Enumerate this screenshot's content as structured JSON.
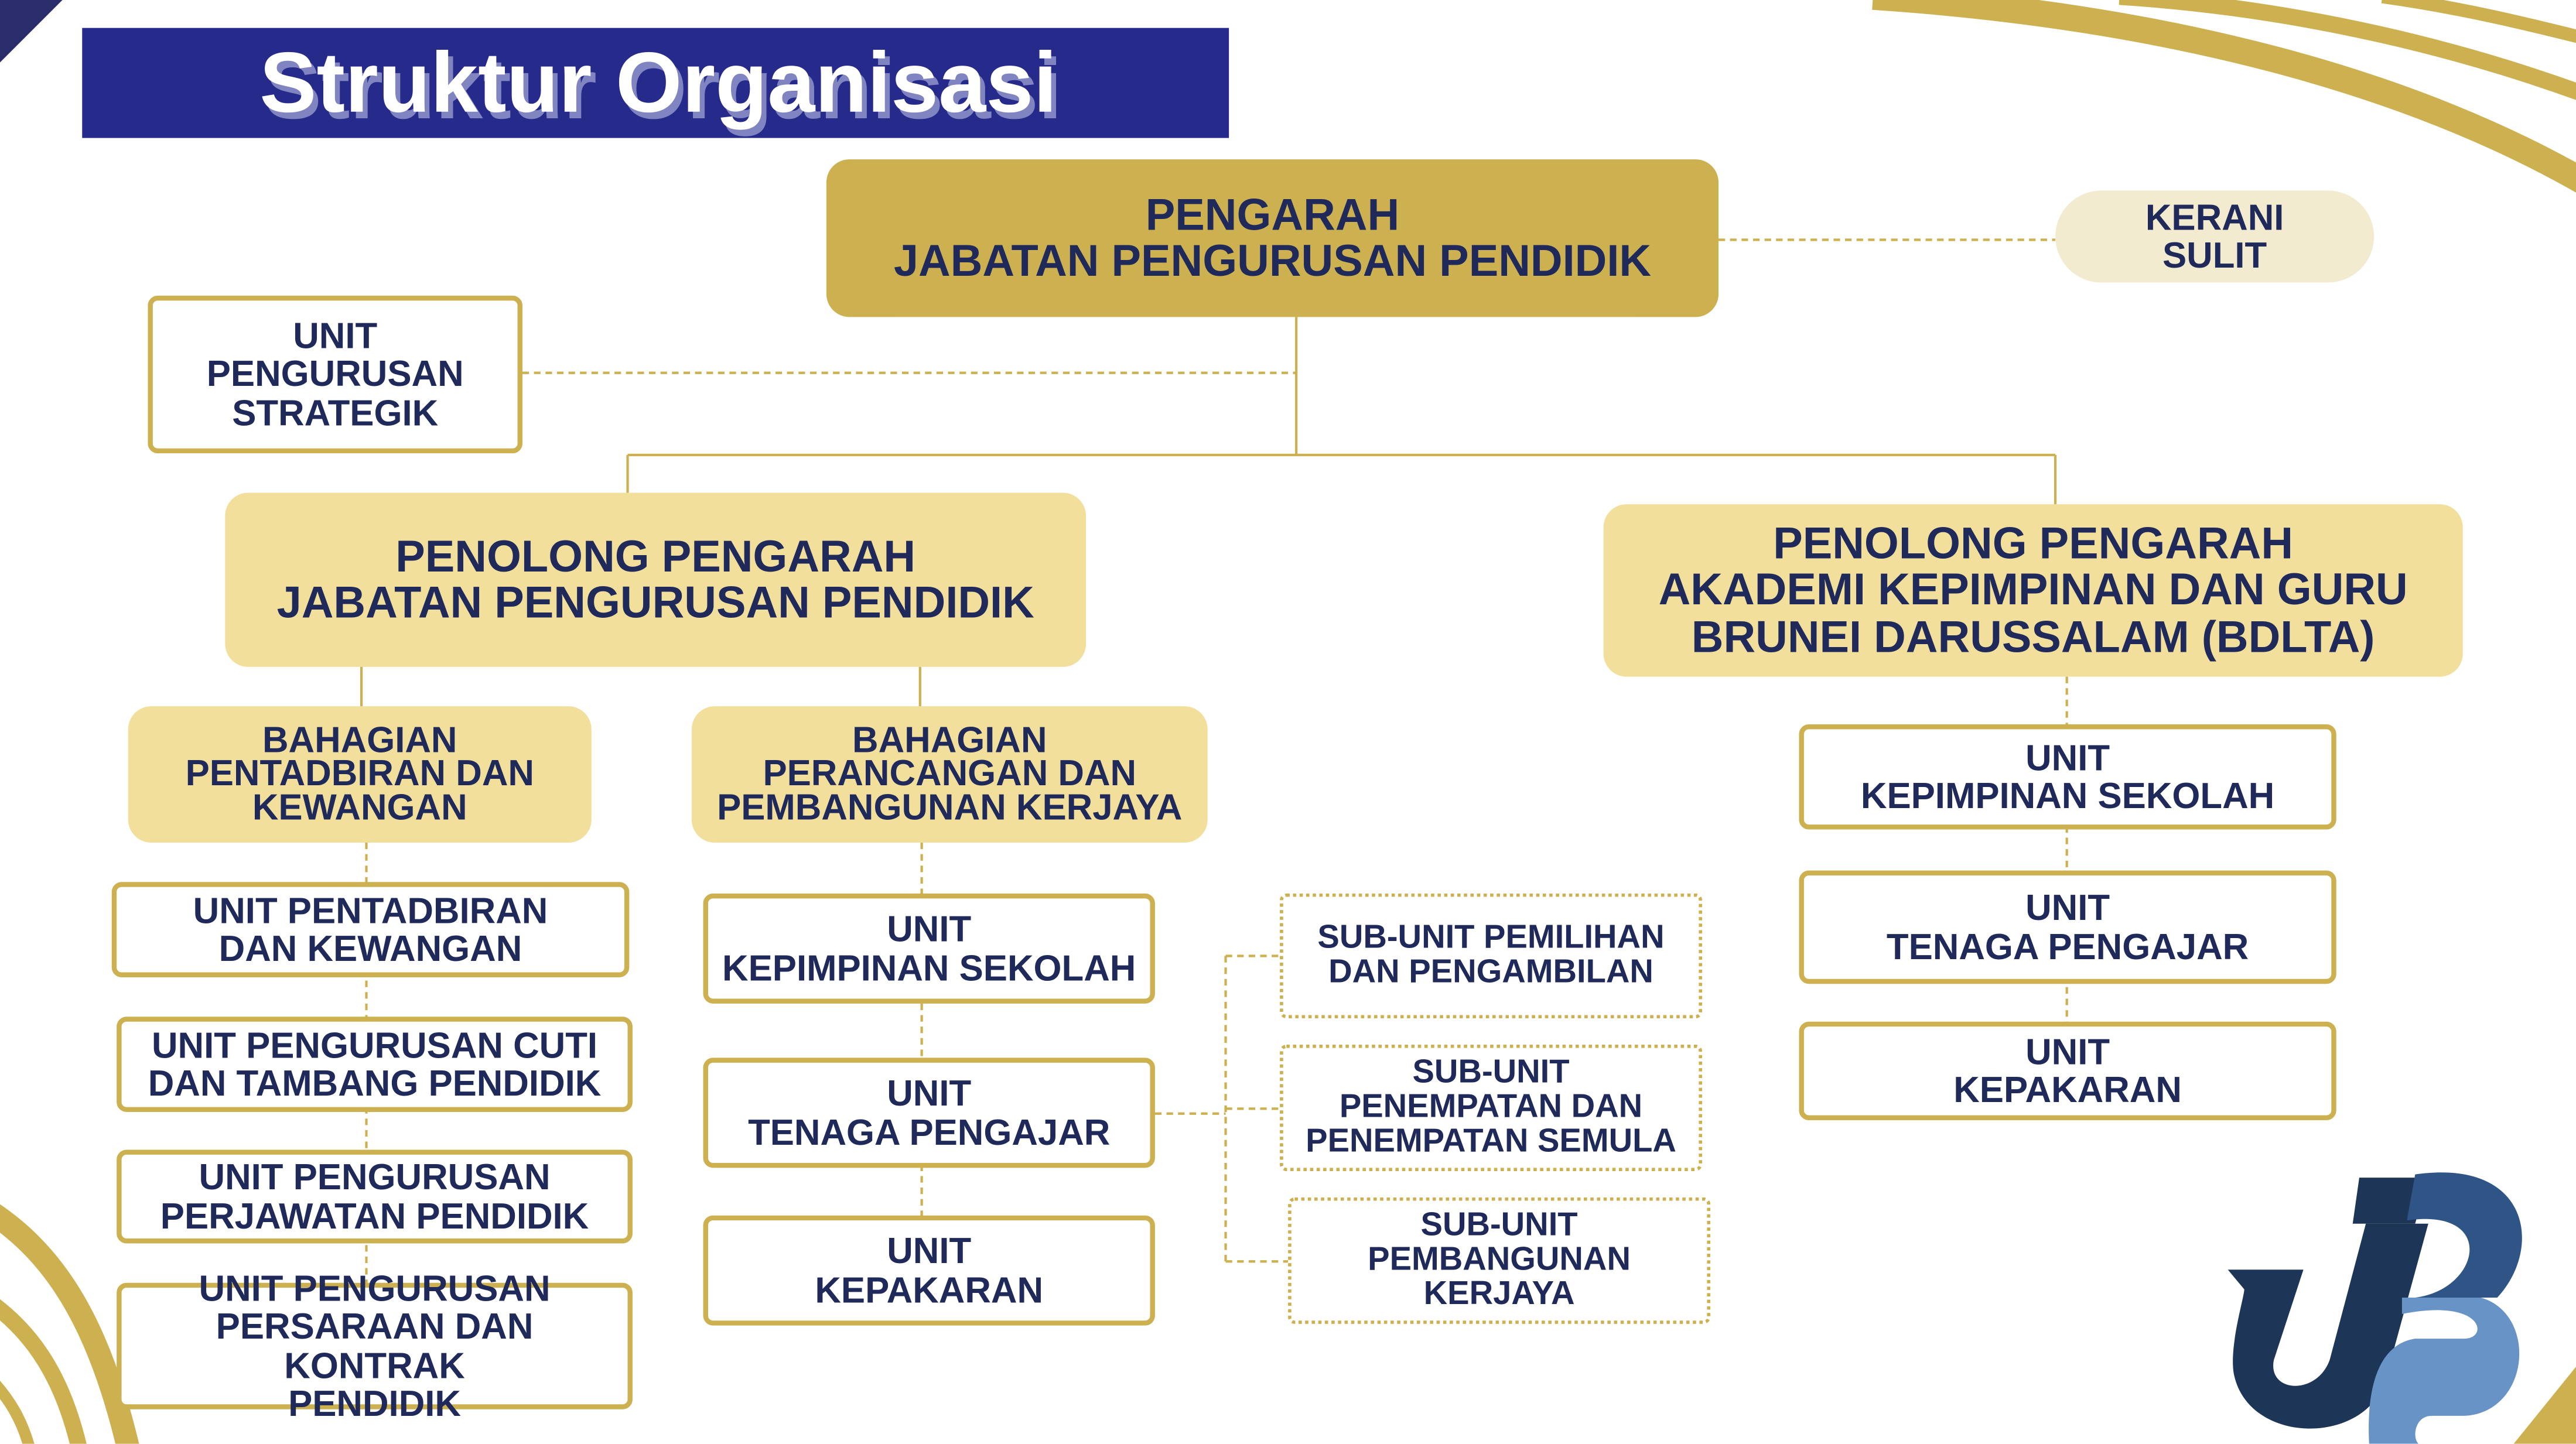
{
  "title": "Struktur Organisasi",
  "colors": {
    "title_bg": "#262a8a",
    "gold": "#cdb04f",
    "light_gold": "#f2df9c",
    "text": "#1f2a5a",
    "kerani_bg": "#f3ebcf"
  },
  "director": "PENGARAH\nJABATAN PENGURUSAN PENDIDIK",
  "kerani": "KERANI\nSULIT",
  "strategic_unit": "UNIT\nPENGURUSAN\nSTRATEGIK",
  "deputy_left": "PENOLONG PENGARAH\nJABATAN PENGURUSAN PENDIDIK",
  "deputy_right": "PENOLONG PENGARAH\nAKADEMI KEPIMPINAN DAN GURU\nBRUNEI DARUSSALAM (BDLTA)",
  "division_admin": "BAHAGIAN\nPENTADBIRAN DAN\nKEWANGAN",
  "division_planning": "BAHAGIAN\nPERANCANGAN DAN\nPEMBANGUNAN KERJAYA",
  "admin_units": [
    "UNIT PENTADBIRAN\nDAN KEWANGAN",
    "UNIT PENGURUSAN CUTI\nDAN TAMBANG PENDIDIK",
    "UNIT PENGURUSAN\nPERJAWATAN PENDIDIK",
    "UNIT PENGURUSAN\nPERSARAAN DAN KONTRAK\nPENDIDIK"
  ],
  "planning_units": [
    "UNIT\nKEPIMPINAN SEKOLAH",
    "UNIT\nTENAGA PENGAJAR",
    "UNIT\nKEPAKARAN"
  ],
  "sub_units": [
    "SUB-UNIT PEMILIHAN\nDAN PENGAMBILAN",
    "SUB-UNIT\nPENEMPATAN DAN\nPENEMPATAN SEMULA",
    "SUB-UNIT\nPEMBANGUNAN\nKERJAYA"
  ],
  "bdlta_units": [
    "UNIT\nKEPIMPINAN SEKOLAH",
    "UNIT\nTENAGA PENGAJAR",
    "UNIT\nKEPAKARAN"
  ],
  "logo_text": "UP"
}
